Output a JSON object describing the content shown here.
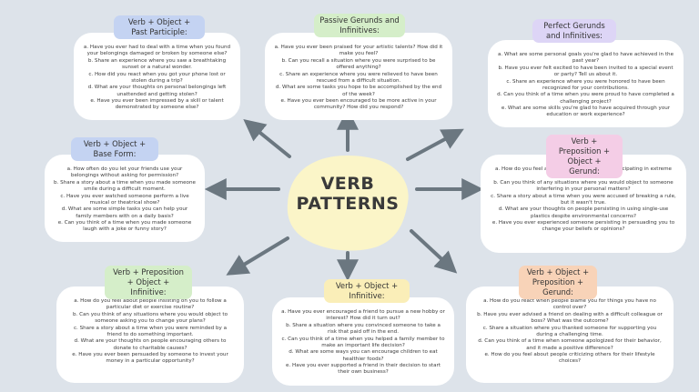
{
  "colors": {
    "background": "#dde3ea",
    "blob": "#fbf5c8",
    "arrow": "#6b7780",
    "label_blue": "#c4d3f2",
    "label_green": "#d5eec9",
    "label_purple": "#ddd5f6",
    "label_pink": "#f4cde6",
    "label_yellow": "#faeeb8",
    "label_orange": "#f8d3b8"
  },
  "center": {
    "line1": "VERB",
    "line2": "PATTERNS"
  },
  "sections": {
    "past_participle": {
      "title": "Verb + Object + Past Participle:",
      "items": [
        "a. Have you ever had to deal with a time when you found your belongings damaged or broken by someone else?",
        "b. Share an experience where you saw a breathtaking sunset or a natural wonder.",
        "c. How did you react when you got your phone lost or stolen during a trip?",
        "d. What are your thoughts on personal belongings left unattended and getting stolen?",
        "e. Have you ever been impressed by a skill or talent demonstrated by someone else?"
      ]
    },
    "passive_gerunds": {
      "title": "Passive Gerunds and Infinitives:",
      "items": [
        "a. Have you ever been praised for your artistic talents? How did it make you feel?",
        "b. Can you recall a situation where you were surprised to be offered anything?",
        "c. Share an experience where you were relieved to have been rescued from a difficult situation.",
        "d. What are some tasks you hope to be accomplished by the end of the week?",
        "e. Have you ever been encouraged to be more active in your community? How did you respond?"
      ]
    },
    "perfect_gerunds": {
      "title": "Perfect Gerunds and Infinitives:",
      "items": [
        "a. What are some personal goals you're glad to have achieved in the past year?",
        "b. Have you ever felt excited to have been invited to a special event or party? Tell us about it.",
        "c. Share an experience where you were honored to have been recognized for your contributions.",
        "d. Can you think of a time when you were proud to have completed a challenging project?",
        "e. What are some skills you're glad to have acquired through your education or work experience?"
      ]
    },
    "base_form": {
      "title": "Verb + Object + Base Form:",
      "items": [
        "a. How often do you let your friends use your belongings without asking for permission?",
        "b. Share a story about a time when you made someone smile during a difficult moment.",
        "c. Have you ever watched someone perform a live musical or theatrical show?",
        "d. What are some simple tasks you can help your family members with on a daily basis?",
        "e. Can you think of a time when you made someone laugh with a joke or funny story?"
      ]
    },
    "prep_gerund": {
      "title": "Verb + Preposition + Object + Gerund:",
      "items": [
        "a. How do you feel about people insisting on participating in extreme sports despite the risks?",
        "b. Can you think of any situations where you would object to someone interfering in your personal matters?",
        "c. Share a story about a time when you were accused of breaking a rule, but it wasn't true.",
        "d. What are your thoughts on people persisting in using single-use plastics despite environmental concerns?",
        "e. Have you ever experienced someone persisting in persuading you to change your beliefs or opinions?"
      ]
    },
    "prep_infinitive": {
      "title": "Verb + Preposition + Object + Infinitive:",
      "items": [
        "a. How do you feel about people insisting on you to follow a particular diet or exercise routine?",
        "b. Can you think of any situations where you would object to someone asking you to change your plans?",
        "c. Share a story about a time when you were reminded by a friend to do something important.",
        "d. What are your thoughts on people encouraging others to donate to charitable causes?",
        "e. Have you ever been persuaded by someone to invest your money in a particular opportunity?"
      ]
    },
    "object_infinitive": {
      "title": "Verb + Object + Infinitive:",
      "items": [
        "a. Have you ever encouraged a friend to pursue a new hobby or interest? How did it turn out?",
        "b. Share a situation where you convinced someone to take a risk that paid off in the end.",
        "c. Can you think of a time when you helped a family member to make an important life decision?",
        "d. What are some ways you can encourage children to eat healthier foods?",
        "e. Have you ever supported a friend in their decision to start their own business?"
      ]
    },
    "object_prep_gerund": {
      "title": "Verb + Object + Preposition + Gerund:",
      "items": [
        "a. How do you react when people blame you for things you have no control over?",
        "b. Have you ever advised a friend on dealing with a difficult colleague or boss? What was the outcome?",
        "c. Share a situation where you thanked someone for supporting you during a challenging time.",
        "d. Can you think of a time when someone apologized for their behavior, and it made a positive difference?",
        "e. How do you feel about people criticizing others for their lifestyle choices?"
      ]
    }
  }
}
